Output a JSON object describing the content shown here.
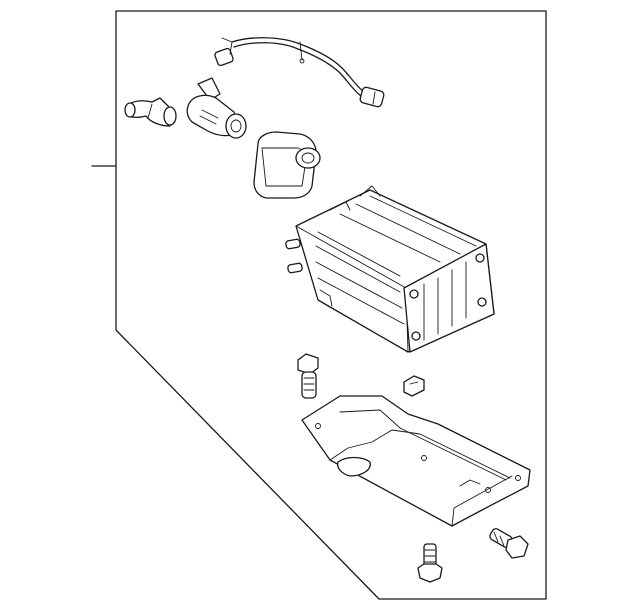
{
  "diagram": {
    "parts": [
      "wiring-harness",
      "hose-fitting",
      "vent-valve",
      "filter",
      "vapor-canister",
      "mounting-bolt",
      "clip",
      "canister-bracket",
      "bracket-bolt",
      "stud"
    ]
  }
}
